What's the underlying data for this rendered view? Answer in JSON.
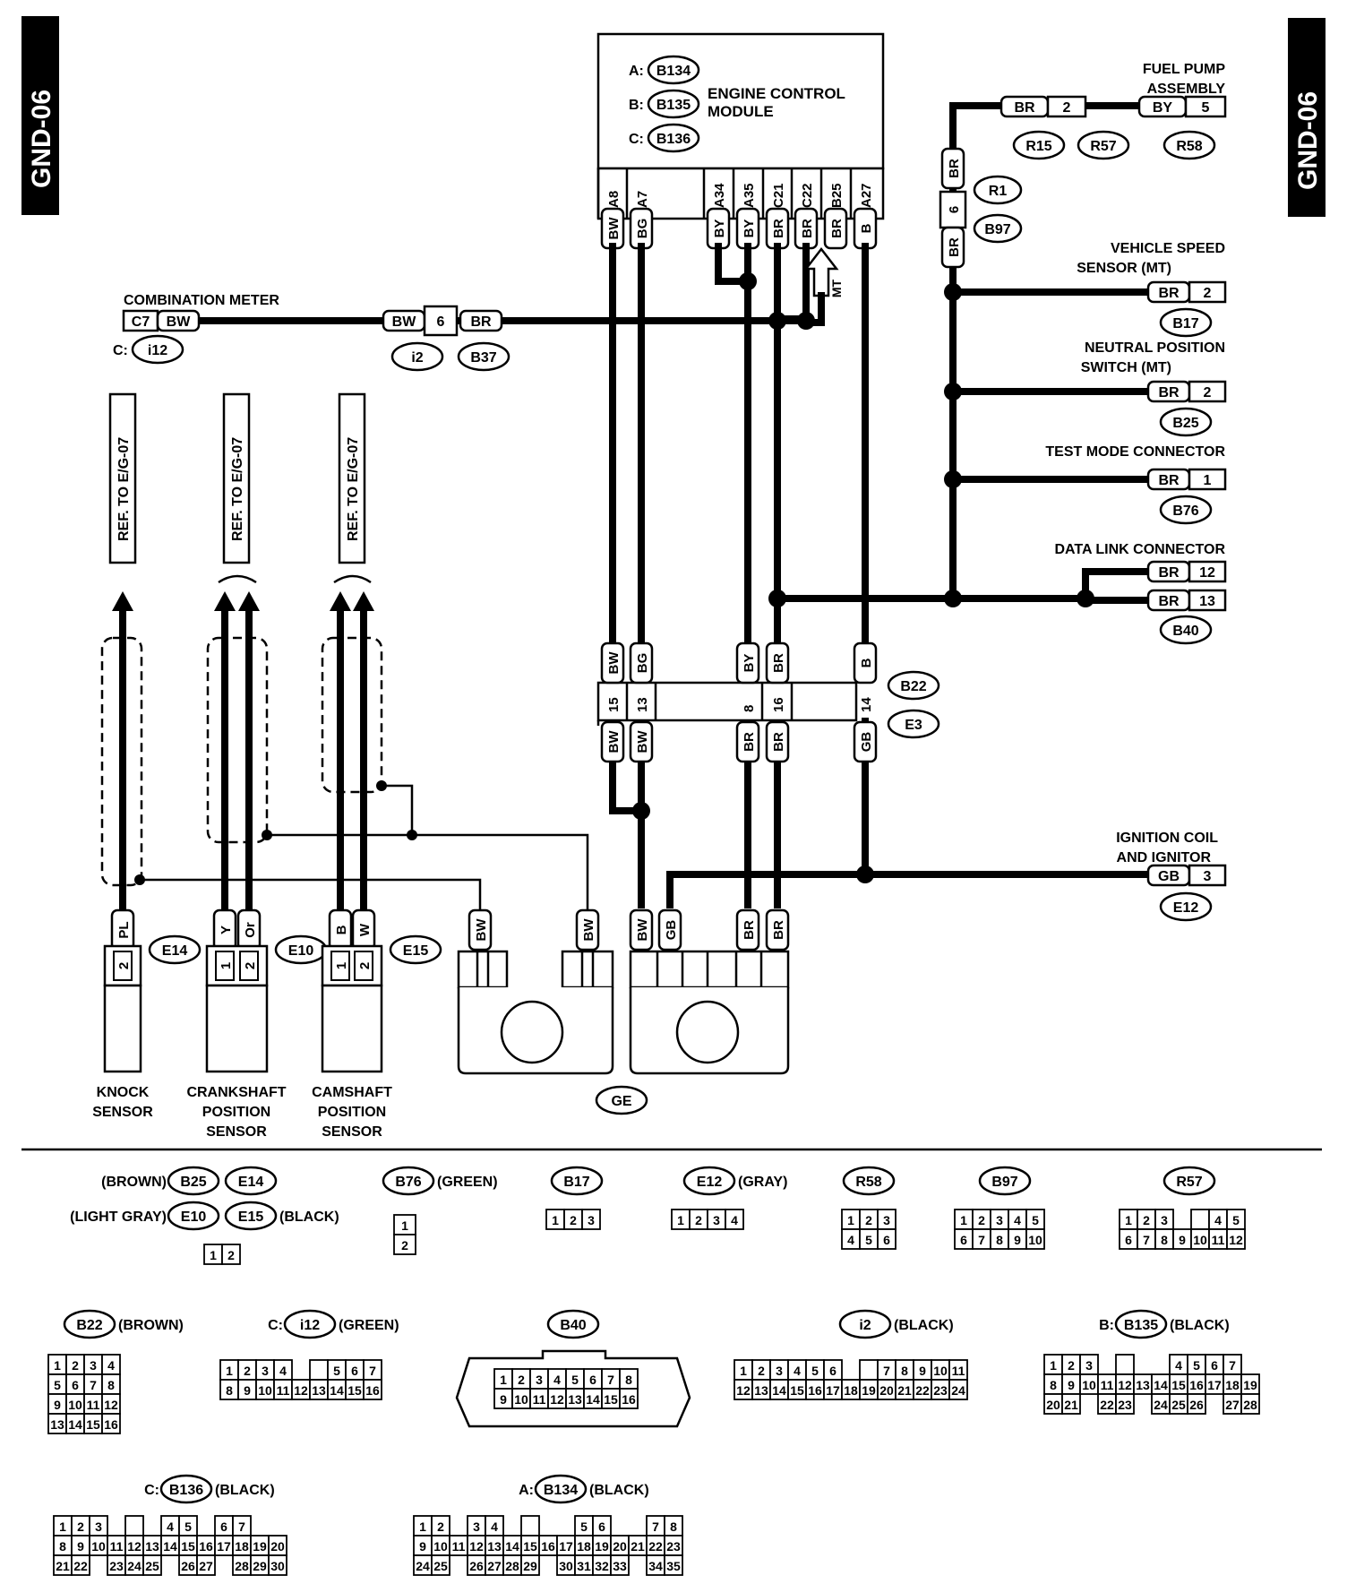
{
  "page_tag": "GND-06",
  "ecm": {
    "title_line1": "ENGINE CONTROL",
    "title_line2": "MODULE",
    "connectors": [
      {
        "prefix": "A:",
        "id": "B134"
      },
      {
        "prefix": "B:",
        "id": "B135"
      },
      {
        "prefix": "C:",
        "id": "B136"
      }
    ],
    "pins": [
      "A8",
      "A7",
      "A34",
      "A35",
      "C21",
      "C22",
      "B25",
      "A27"
    ],
    "pin_wires": [
      "BW",
      "BG",
      "BY",
      "BY",
      "BR",
      "BR",
      "BR",
      "B"
    ]
  },
  "mt_label": "MT",
  "fuel_pump": {
    "line1": "FUEL PUMP",
    "line2": "ASSEMBLY",
    "wire_left": "BR",
    "pin_left": "2",
    "wire_right": "BY",
    "pin_right": "5",
    "refs": [
      "R15",
      "R57",
      "R58"
    ]
  },
  "r1_joint": {
    "wire_top": "BR",
    "pin": "6",
    "wire_bottom": "BR",
    "refs": [
      "R1",
      "B97"
    ]
  },
  "right_connectors": [
    {
      "line1": "VEHICLE SPEED",
      "line2": "SENSOR (MT)",
      "wire": "BR",
      "pin": "2",
      "ref": "B17"
    },
    {
      "line1": "NEUTRAL POSITION",
      "line2": "SWITCH (MT)",
      "wire": "BR",
      "pin": "2",
      "ref": "B25"
    },
    {
      "line1": "TEST MODE CONNECTOR",
      "line2": "",
      "wire": "BR",
      "pin": "1",
      "ref": "B76"
    }
  ],
  "data_link": {
    "label": "DATA LINK CONNECTOR",
    "pins": [
      {
        "wire": "BR",
        "pin": "12"
      },
      {
        "wire": "BR",
        "pin": "13"
      }
    ],
    "ref": "B40"
  },
  "ignition": {
    "line1": "IGNITION COIL",
    "line2": "AND IGNITOR",
    "wire": "GB",
    "pin": "3",
    "ref": "E12"
  },
  "combination_meter": {
    "label": "COMBINATION METER",
    "pin": "C7",
    "wire": "BW",
    "conn_prefix": "C:",
    "conn_ref": "i12",
    "joint_left": "BW",
    "joint_pin": "6",
    "joint_right": "BR",
    "joint_refs": [
      "i2",
      "B37"
    ]
  },
  "ref_labels": [
    "REF. TO E/G-07",
    "REF. TO E/G-07",
    "REF. TO E/G-07"
  ],
  "b22e3": {
    "upper_wires": [
      "BW",
      "BG",
      "BY",
      "BR",
      "B"
    ],
    "pins": [
      "15",
      "13",
      "8",
      "16",
      "14"
    ],
    "lower_wires": [
      "BW",
      "BW",
      "BR",
      "BR",
      "GB"
    ],
    "refs": [
      "B22",
      "E3"
    ]
  },
  "sensors": [
    {
      "line1": "KNOCK",
      "line2": "SENSOR",
      "line3": "",
      "wires": [
        "PL"
      ],
      "pins": [
        "2"
      ],
      "ref": "E14"
    },
    {
      "line1": "CRANKSHAFT",
      "line2": "POSITION",
      "line3": "SENSOR",
      "wires": [
        "Y",
        "Or"
      ],
      "pins": [
        "1",
        "2"
      ],
      "ref": "E10"
    },
    {
      "line1": "CAMSHAFT",
      "line2": "POSITION",
      "line3": "SENSOR",
      "wires": [
        "B",
        "W"
      ],
      "pins": [
        "1",
        "2"
      ],
      "ref": "E15"
    }
  ],
  "ground": {
    "ref": "GE",
    "wires_left": [
      "BW",
      "BW"
    ],
    "wires_right": [
      "BW",
      "GB",
      "BR",
      "BR"
    ]
  },
  "legend": {
    "row1": [
      {
        "pre": "(BROWN)",
        "ids": [
          "B25",
          "E14"
        ],
        "post": ""
      },
      {
        "pre": "(LIGHT GRAY)",
        "ids": [
          "E10",
          "E15"
        ],
        "post": "(BLACK)"
      },
      {
        "pre": "",
        "ids": [
          "B76"
        ],
        "post": "(GREEN)"
      },
      {
        "pre": "",
        "ids": [
          "B17"
        ],
        "post": ""
      },
      {
        "pre": "",
        "ids": [
          "E12"
        ],
        "post": "(GRAY)"
      },
      {
        "pre": "",
        "ids": [
          "R58"
        ],
        "post": ""
      },
      {
        "pre": "",
        "ids": [
          "B97"
        ],
        "post": ""
      },
      {
        "pre": "",
        "ids": [
          "R57"
        ],
        "post": ""
      }
    ],
    "row2": [
      {
        "pre": "",
        "ids": [
          "B22"
        ],
        "post": "(BROWN)"
      },
      {
        "pre": "C:",
        "ids": [
          "i12"
        ],
        "post": "(GREEN)"
      },
      {
        "pre": "",
        "ids": [
          "B40"
        ],
        "post": ""
      },
      {
        "pre": "",
        "ids": [
          "i2"
        ],
        "post": "(BLACK)"
      },
      {
        "pre": "B:",
        "ids": [
          "B135"
        ],
        "post": "(BLACK)"
      }
    ],
    "row3": [
      {
        "pre": "C:",
        "ids": [
          "B136"
        ],
        "post": "(BLACK)"
      },
      {
        "pre": "A:",
        "ids": [
          "B134"
        ],
        "post": "(BLACK)"
      }
    ]
  }
}
